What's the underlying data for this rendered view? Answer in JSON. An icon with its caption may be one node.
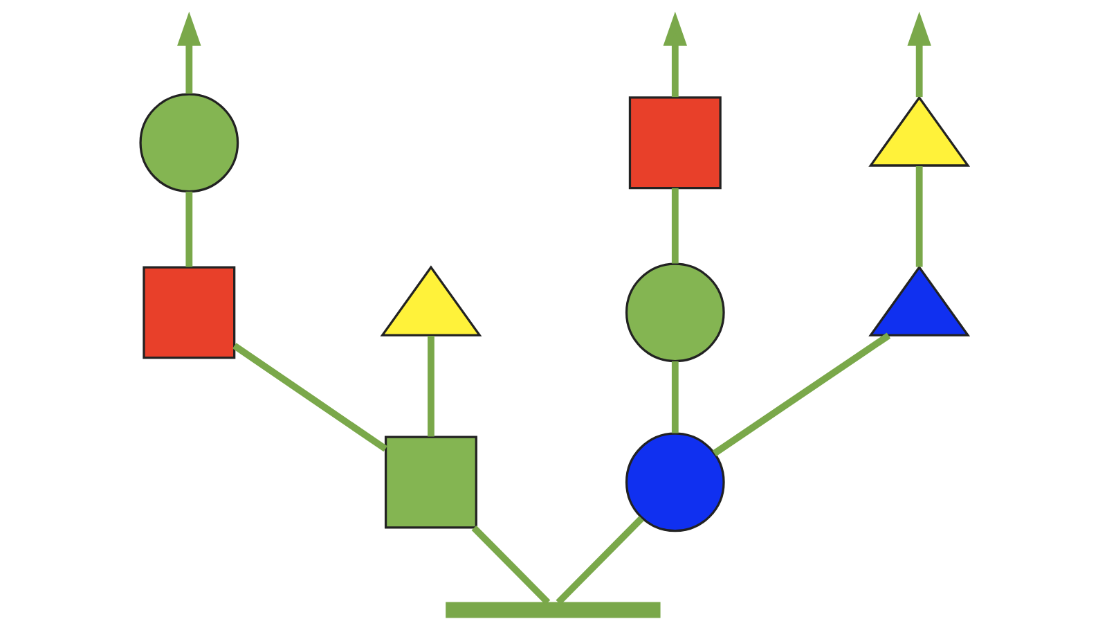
{
  "diagram": {
    "nodes": [
      {
        "text": [],
        "shape": "circle"
      },
      {
        "text": [],
        "shape": "box"
      },
      {
        "text": [],
        "shape": "triangle"
      },
      {
        "text": [],
        "shape": "box"
      },
      {
        "text": [],
        "shape": "triangle"
      },
      {
        "text": [],
        "shape": "circle"
      },
      {
        "text": [],
        "shape": "triangle"
      },
      {
        "text": [],
        "shape": "box"
      },
      {
        "text": [],
        "shape": "circle"
      },
      {
        "text": [],
        "shape": "bar"
      }
    ],
    "edges": [
      {
        "from": 9,
        "to": 7,
        "arrow": "none"
      },
      {
        "from": 9,
        "to": 8,
        "arrow": "none"
      },
      {
        "from": 7,
        "to": 3,
        "arrow": "none"
      },
      {
        "from": 7,
        "to": 4,
        "arrow": "none"
      },
      {
        "from": 8,
        "to": 5,
        "arrow": "none"
      },
      {
        "from": 8,
        "to": 6,
        "arrow": "none"
      },
      {
        "from": 3,
        "to": 0,
        "arrow": "none"
      },
      {
        "from": 5,
        "to": 1,
        "arrow": "none"
      },
      {
        "from": 6,
        "to": 2,
        "arrow": "none"
      },
      {
        "from": 0,
        "to": null,
        "arrow": "to"
      },
      {
        "from": 1,
        "to": null,
        "arrow": "to"
      },
      {
        "from": 2,
        "to": null,
        "arrow": "to"
      }
    ]
  }
}
